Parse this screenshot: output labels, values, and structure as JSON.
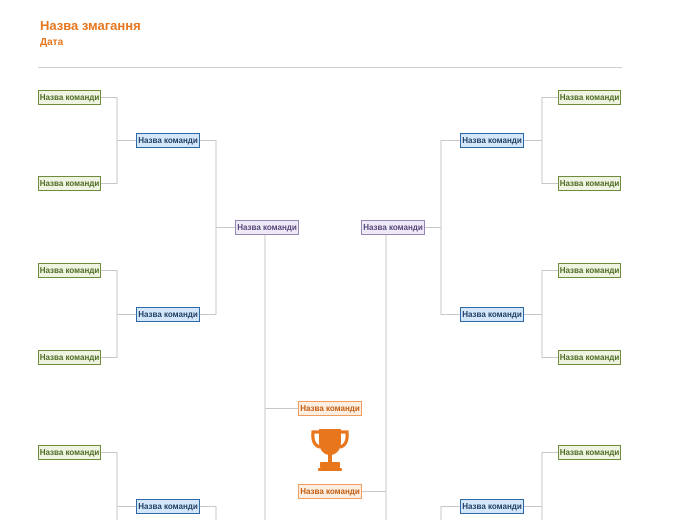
{
  "header": {
    "title": "Назва змагання",
    "subtitle": "Дата"
  },
  "colors": {
    "accent": "#e7761d",
    "line": "#c8c8c8",
    "divider": "#d0d0d0",
    "round1": {
      "border": "#6f8c3a",
      "fill": "#eef3e2",
      "text": "#4e6b22"
    },
    "round2": {
      "border": "#2d6aa5",
      "fill": "#d4e6fa",
      "text": "#1f3f63"
    },
    "round3": {
      "border": "#9686b4",
      "fill": "#eee9f6",
      "text": "#57477a"
    },
    "final": {
      "border": "#ef9c5e",
      "fill": "#fdeee2",
      "text": "#c45d10"
    }
  },
  "bracket": {
    "left": {
      "round1": [
        "Назва команди",
        "Назва команди",
        "Назва команди",
        "Назва команди",
        "Назва команди"
      ],
      "round2": [
        "Назва команди",
        "Назва команди",
        "Назва команди"
      ],
      "round3": [
        "Назва команди"
      ]
    },
    "right": {
      "round1": [
        "Назва команди",
        "Назва команди",
        "Назва команди",
        "Назва команди",
        "Назва команди"
      ],
      "round2": [
        "Назва команди",
        "Назва команди",
        "Назва команди"
      ],
      "round3": [
        "Назва команди"
      ]
    },
    "final": [
      "Назва команди",
      "Назва команди"
    ],
    "trophy_icon": "trophy-icon"
  }
}
